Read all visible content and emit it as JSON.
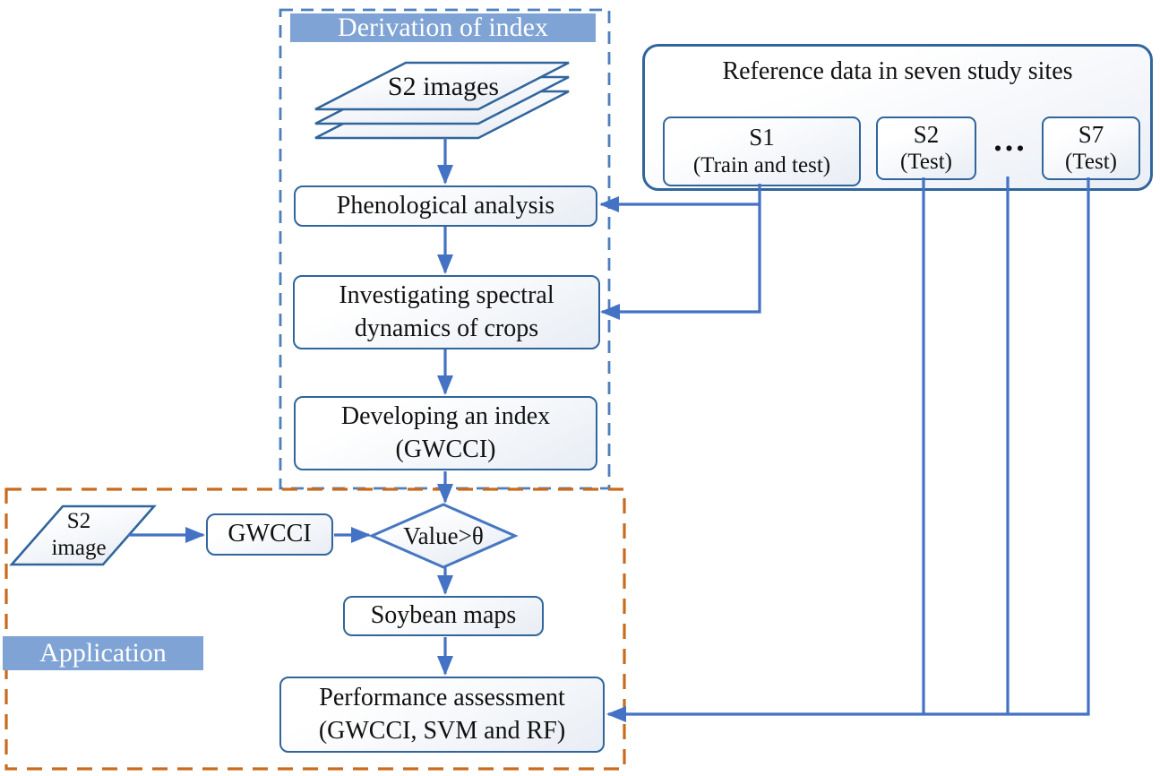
{
  "derivation": {
    "title": "Derivation of index",
    "stack_label": "S2 images",
    "phenological": "Phenological analysis",
    "investigating": "Investigating spectral\ndynamics of crops",
    "developing": "Developing an index\n(GWCCI)"
  },
  "reference": {
    "title": "Reference data in seven study sites",
    "sites": [
      {
        "name": "S1",
        "role": "(Train and test)"
      },
      {
        "name": "S2",
        "role": "(Test)"
      },
      {
        "name": "S7",
        "role": "(Test)"
      }
    ],
    "ellipsis": "..."
  },
  "application": {
    "title": "Application",
    "input_label": "S2\nimage",
    "gwcci": "GWCCI",
    "decision": "Value>θ",
    "soybean": "Soybean maps",
    "performance": "Performance assessment\n(GWCCI, SVM and RF)"
  },
  "colors": {
    "node_border": "#31659c",
    "connector_blue": "#4472c4",
    "derivation_dash_blue": "#4c7fbd",
    "application_dash_orange": "#c96a1d",
    "label_bar_blue": "#7ea3d4",
    "node_fill_top": "#ffffff",
    "node_fill_bottom": "#e8edf4",
    "text": "#111111"
  }
}
